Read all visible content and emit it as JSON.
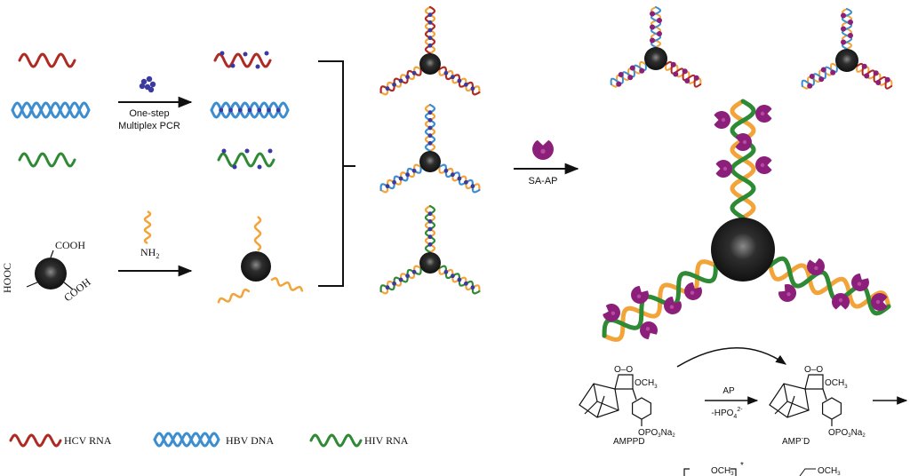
{
  "pcr": {
    "line1": "One-step",
    "line2": "Multiplex PCR"
  },
  "amine": {
    "label": "NH",
    "sub": "2"
  },
  "cooh": {
    "top": "COOH",
    "left": "HOOC",
    "right": "COOH"
  },
  "enzyme": {
    "label": "SA-AP"
  },
  "reaction": {
    "substrate": "AMPPD",
    "intermediate": "AMP",
    "intermediate_sup": "-",
    "intermediate_end": "D",
    "catalyst": "AP",
    "leaving": "-HPO",
    "leaving_sub": "4",
    "leaving_sup": "2-",
    "och3": "OCH",
    "och3_sub": "3",
    "opo3na2": "OPO",
    "opo3na2_sub": "3",
    "opo3na2_end": "Na",
    "opo3na2_sub2": "2",
    "oo": "O–O",
    "star": "*"
  },
  "legend": [
    {
      "label": "HCV  RNA",
      "color": "#b02a24"
    },
    {
      "label": "HBV DNA",
      "color": "#3d8ed0"
    },
    {
      "label": "HIV RNA",
      "color": "#2f8a36"
    }
  ],
  "colors": {
    "hcv": "#b02a24",
    "hbv": "#3d8ed0",
    "hiv": "#2f8a36",
    "probe": "#f2a43a",
    "enzyme": "#8c1f7a",
    "bead": "#1a1a1a"
  }
}
